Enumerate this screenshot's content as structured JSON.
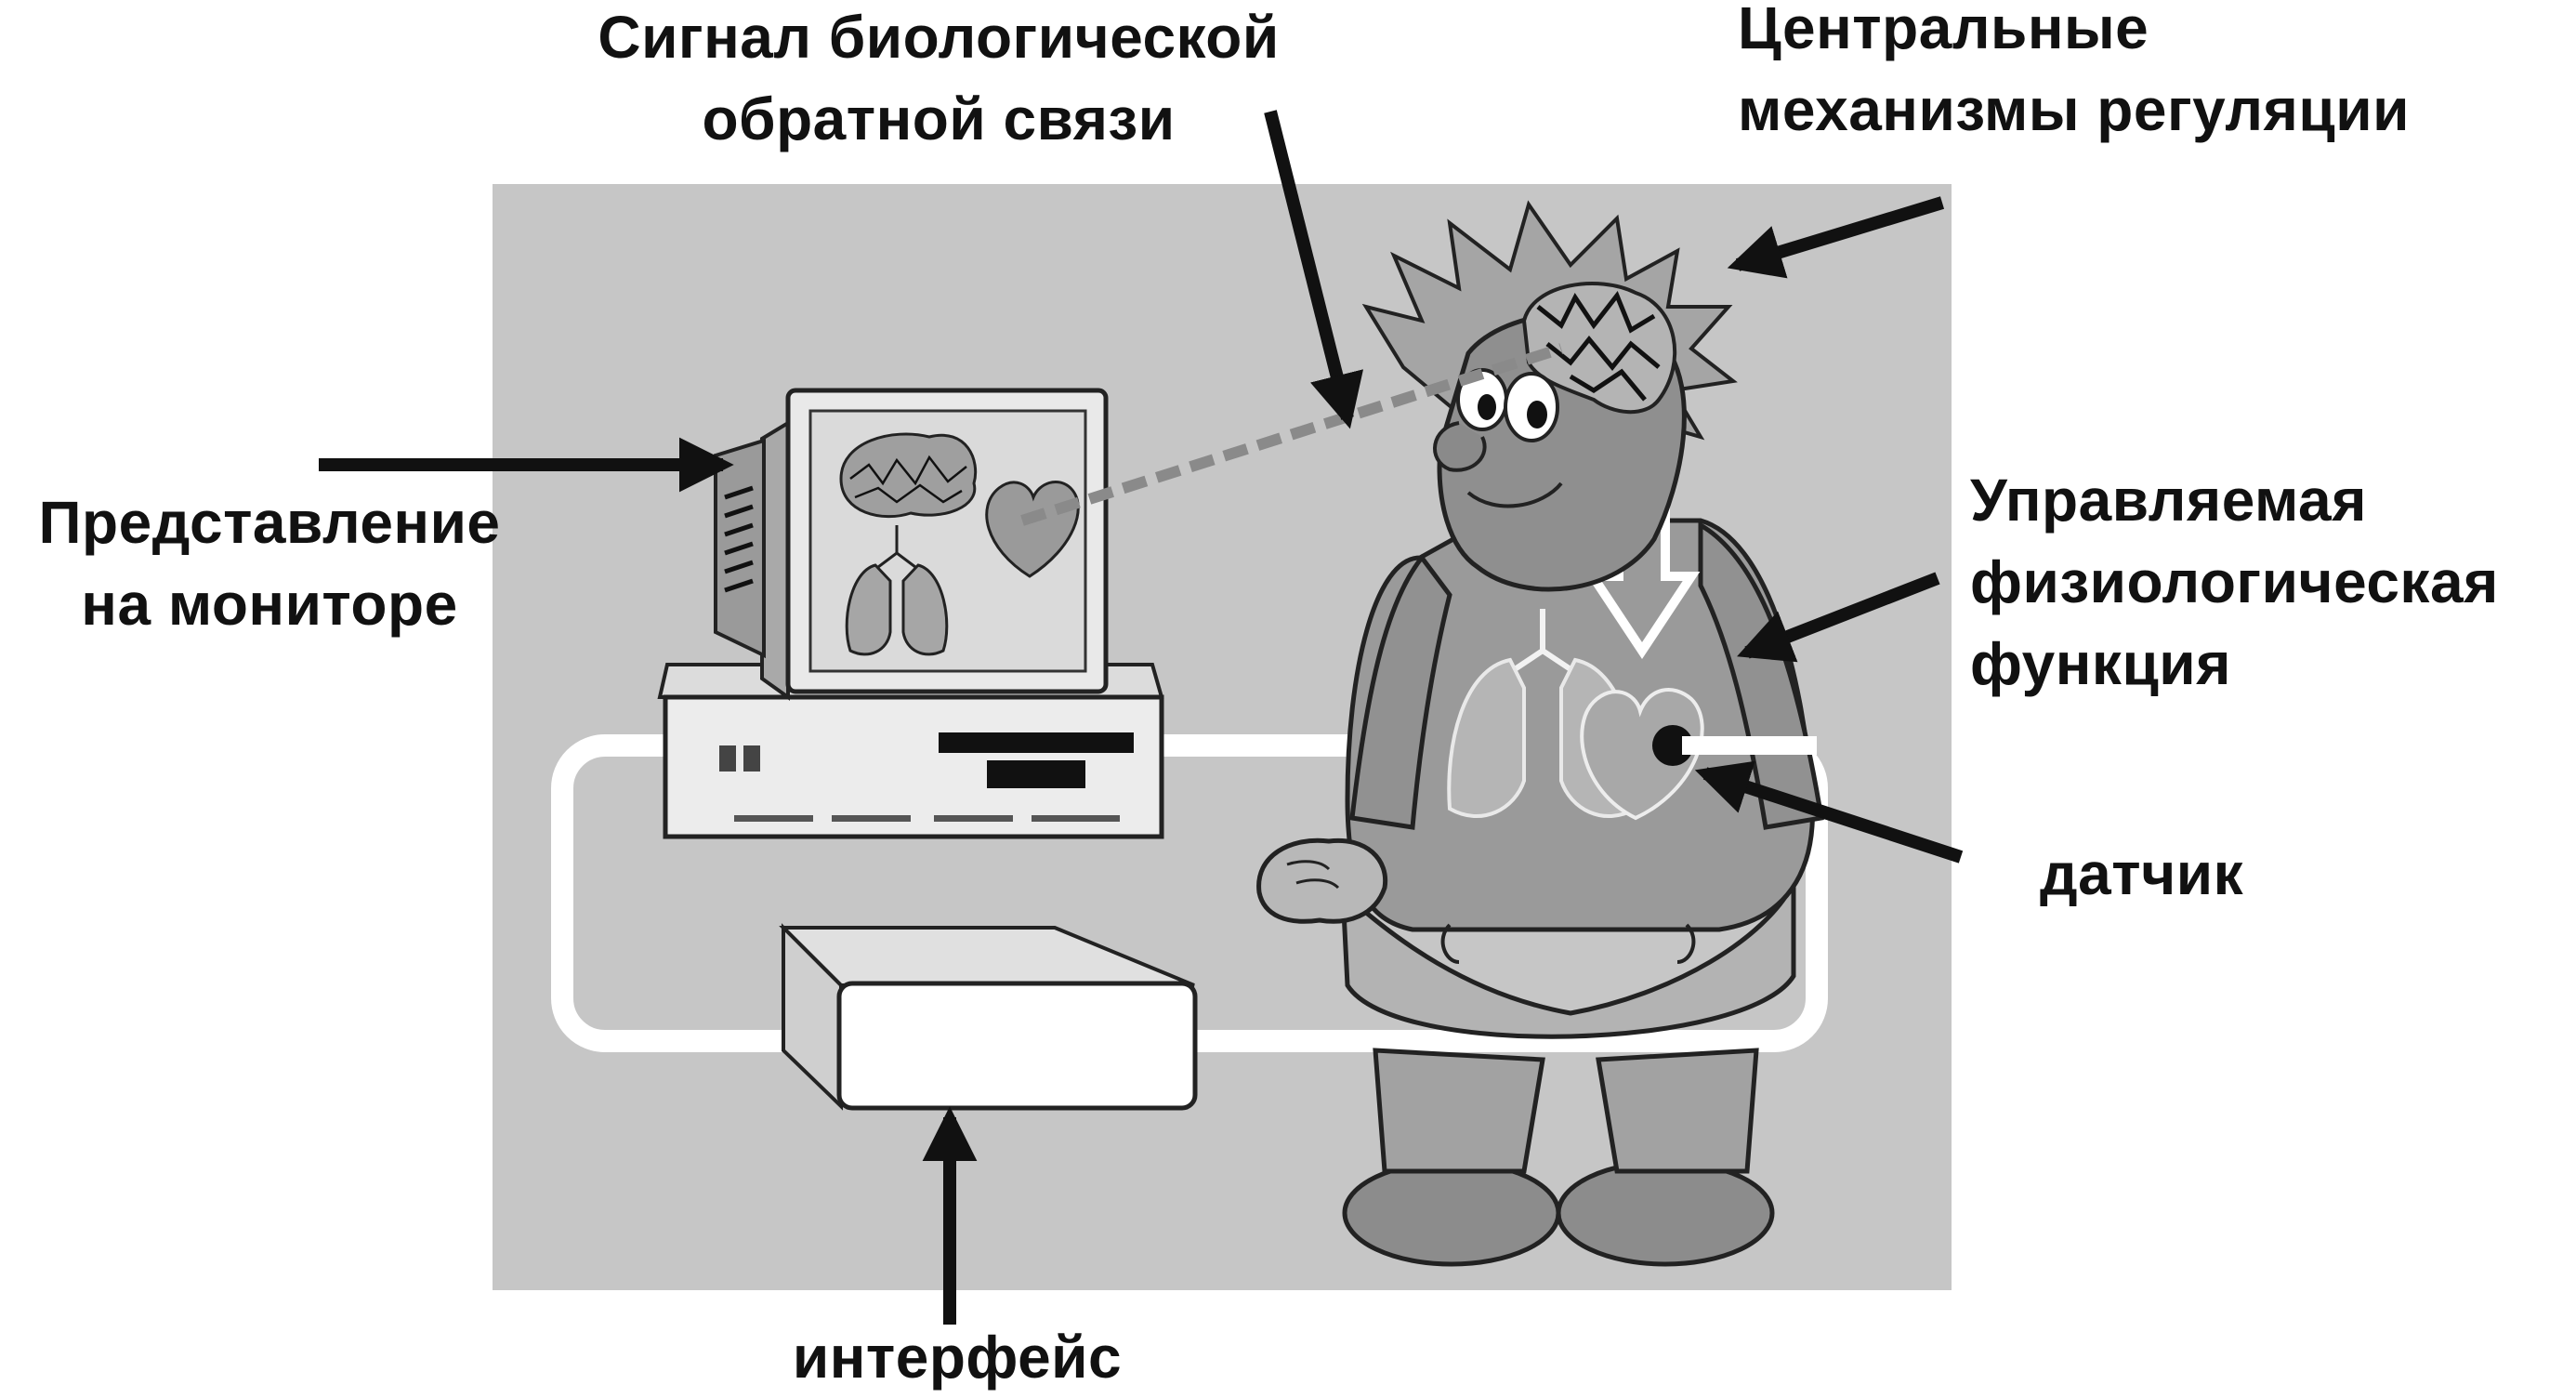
{
  "labels": {
    "signal": "Сигнал биологической\nобратной связи",
    "central": "Центральные\nмеханизмы регуляции",
    "monitor_view": "Представление\nна мониторе",
    "controlled_function": "Управляемая\nфизиологическая\nфункция",
    "sensor": "датчик",
    "interface": "интерфейс"
  },
  "colors": {
    "panel": "#c6c6c6",
    "figure_body": "#9a9a9a",
    "figure_skin": "#8e8e8e",
    "loop": "#ffffff",
    "arrow": "#111111",
    "text": "#111111"
  }
}
